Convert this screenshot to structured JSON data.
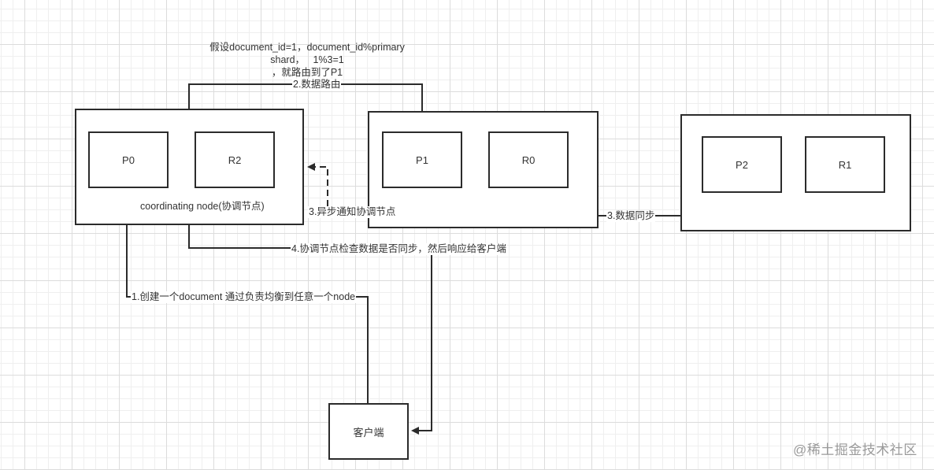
{
  "diagram": {
    "title_note": {
      "lines": [
        "假设document_id=1，document_id%primary",
        "shard，   1%3=1",
        "，就路由到了P1"
      ]
    },
    "nodes": [
      {
        "id": "node-1",
        "caption": "coordinating node(协调节点)",
        "shards": [
          "P0",
          "R2"
        ]
      },
      {
        "id": "node-2",
        "caption": "",
        "shards": [
          "P1",
          "R0"
        ]
      },
      {
        "id": "node-3",
        "caption": "",
        "shards": [
          "P2",
          "R1"
        ]
      }
    ],
    "client": {
      "label": "客户端"
    },
    "edges": [
      {
        "id": "step1",
        "label": "1.创建一个document 通过负责均衡到任意一个node",
        "from": "客户端",
        "to": "P0",
        "style": "solid"
      },
      {
        "id": "step2",
        "label": "2.数据路由",
        "from": "coordinating node",
        "to": "P1",
        "style": "solid"
      },
      {
        "id": "step3a",
        "label": "3.异步通知协调节点",
        "from": "P1",
        "to": "coordinating node",
        "style": "dashed"
      },
      {
        "id": "step3b",
        "label": "3.数据同步",
        "from": "P1",
        "to": "R1",
        "style": "solid"
      },
      {
        "id": "step4",
        "label": "4.协调节点检查数据是否同步，然后响应给客户端",
        "from": "coordinating node",
        "to": "客户端",
        "style": "solid"
      }
    ],
    "colors": {
      "stroke": "#2b2b2b",
      "text": "#333333",
      "grid_minor": "#efefef",
      "grid_major": "#dcdcdc",
      "watermark": "#9a9a9a"
    }
  },
  "watermark": "@稀土掘金技术社区"
}
